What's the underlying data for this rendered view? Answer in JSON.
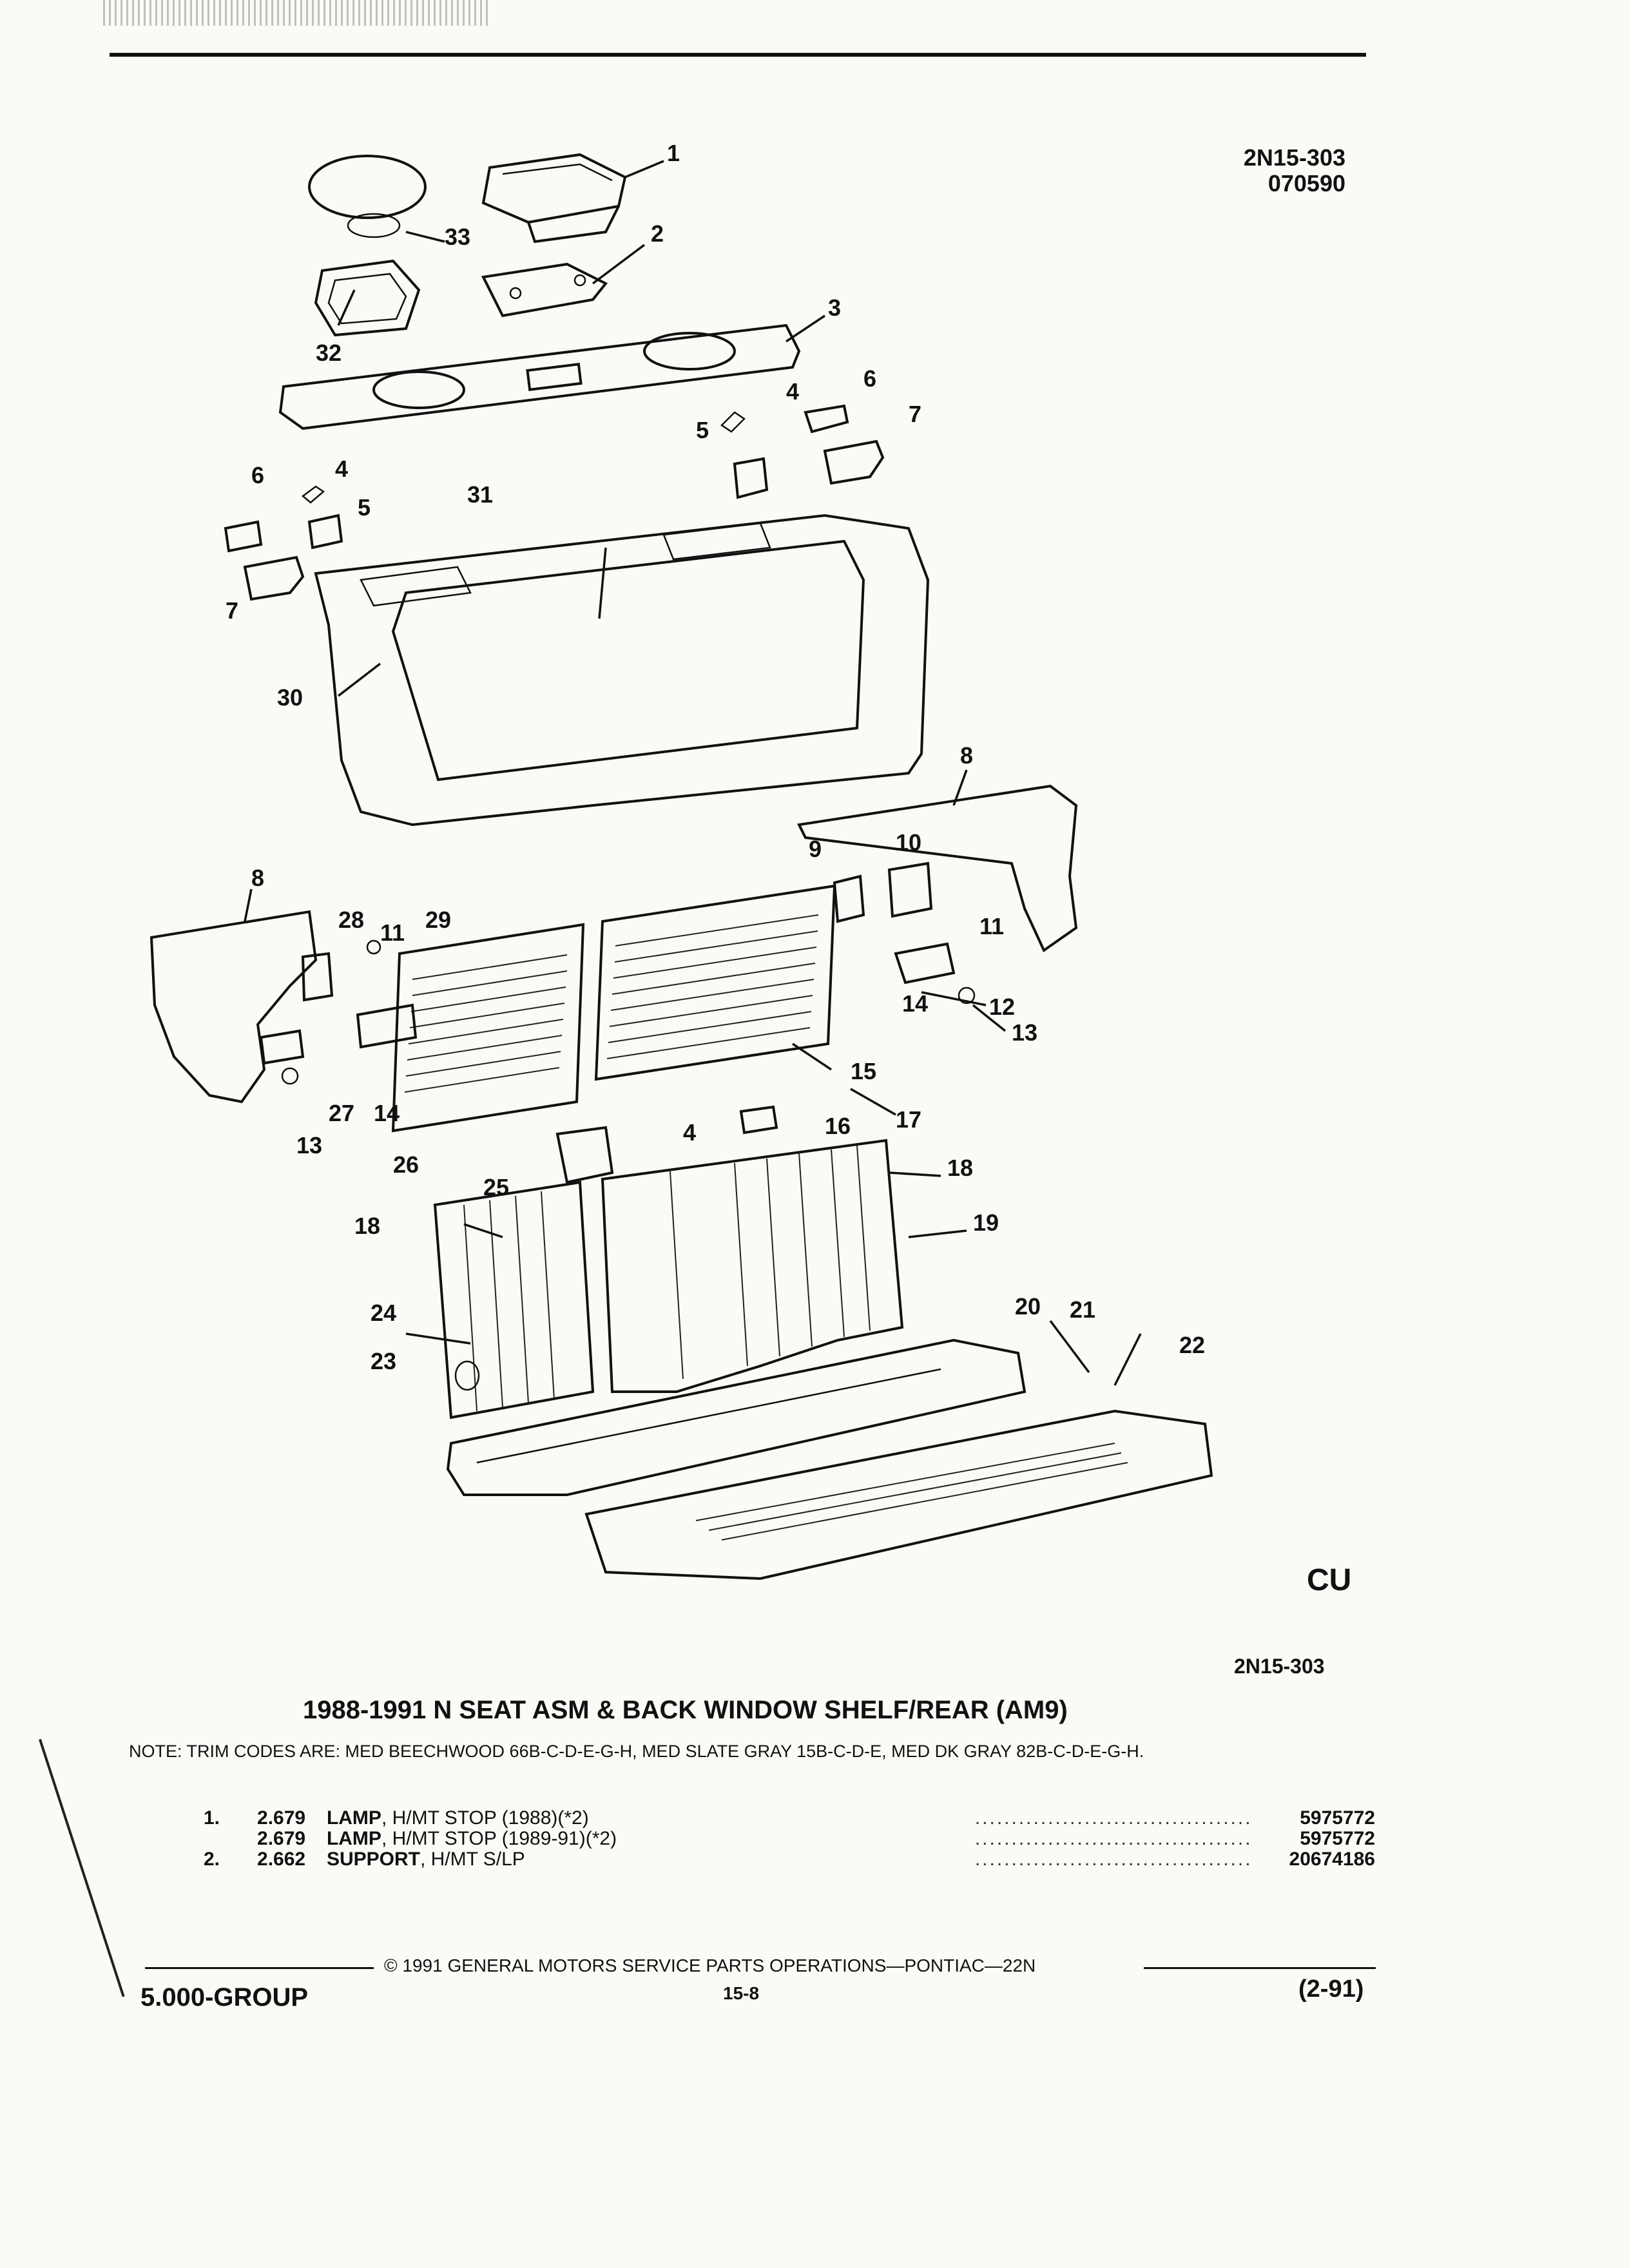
{
  "document": {
    "code_primary": "2N15-303",
    "code_secondary": "070590",
    "reference_code": "2N15-303",
    "logo_mark": "CU",
    "title": "1988-1991 N SEAT ASM & BACK WINDOW SHELF/REAR (AM9)",
    "note": "NOTE: TRIM CODES ARE: MED BEECHWOOD 66B-C-D-E-G-H, MED SLATE GRAY 15B-C-D-E, MED DK GRAY 82B-C-D-E-G-H."
  },
  "parts": [
    {
      "num": "1.",
      "code": "2.679",
      "name": "LAMP",
      "spec": ", H/MT STOP (1988)(*2)",
      "dots": "........................................................",
      "part_number": "5975772"
    },
    {
      "num": "",
      "code": "2.679",
      "name": "LAMP",
      "spec": ", H/MT STOP (1989-91)(*2)",
      "dots": "....................................................",
      "part_number": "5975772"
    },
    {
      "num": "2.",
      "code": "2.662",
      "name": "SUPPORT",
      "spec": ", H/MT S/LP",
      "dots": "......................................................",
      "part_number": "20674186"
    }
  ],
  "callouts": [
    "1",
    "2",
    "3",
    "4",
    "5",
    "6",
    "7",
    "4",
    "5",
    "6",
    "7",
    "31",
    "30",
    "8",
    "8",
    "28",
    "11",
    "29",
    "9",
    "10",
    "11",
    "12",
    "13",
    "14",
    "15",
    "27",
    "14",
    "13",
    "4",
    "16",
    "17",
    "18",
    "26",
    "25",
    "19",
    "18",
    "24",
    "23",
    "20",
    "21",
    "22",
    "33",
    "32"
  ],
  "footer": {
    "copyright": "© 1991 GENERAL MOTORS SERVICE PARTS OPERATIONS—PONTIAC—22N",
    "group": "5.000-GROUP",
    "page": "15-8",
    "revision": "(2-91)"
  }
}
